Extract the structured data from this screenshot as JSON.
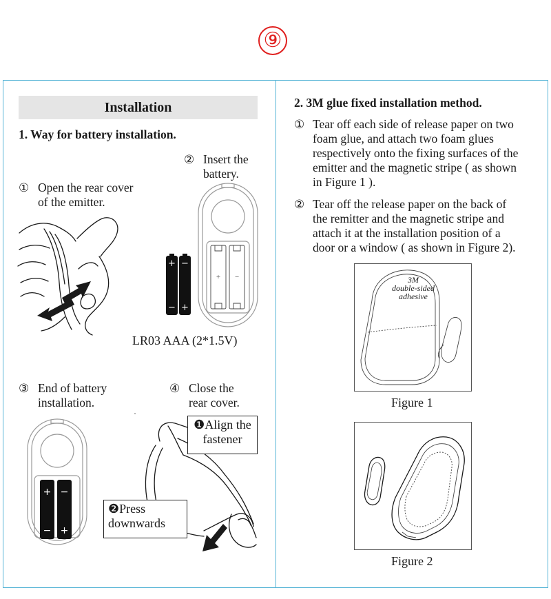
{
  "page_number": "⑨",
  "left": {
    "title": "Installation",
    "section_heading": "1. Way for battery installation.",
    "steps": [
      {
        "marker": "①",
        "text": "Open the rear cover\nof the emitter."
      },
      {
        "marker": "②",
        "text": "Insert the\nbattery."
      },
      {
        "marker": "③",
        "text": "End of battery\ninstallation."
      },
      {
        "marker": "④",
        "text": "Close the\nrear cover."
      }
    ],
    "battery_spec": "LR03 AAA (2*1.5V)",
    "callouts": {
      "align": "❶Align the\nfastener",
      "press": "❷Press\ndownwards"
    }
  },
  "right": {
    "section_heading": "2. 3M glue fixed installation method.",
    "steps": [
      {
        "marker": "①",
        "text": "Tear off each side of release paper on two\nfoam glue, and attach two foam glues\nrespectively onto the fixing surfaces of the\nemitter and the magnetic stripe ( as shown\nin Figure 1 )."
      },
      {
        "marker": "②",
        "text": "Tear off the release paper on the back of\nthe remitter and the magnetic stripe and\nattach it at the installation position of a\ndoor or a window ( as shown in Figure 2)."
      }
    ],
    "figure1": {
      "label": "3M\ndouble-sided\nadhesive",
      "caption": "Figure 1"
    },
    "figure2": {
      "caption": "Figure 2"
    }
  },
  "colors": {
    "page_number": "#e0201f",
    "frame": "#56b4d6",
    "title_bar": "#e5e5e5"
  },
  "icons": [
    "hand-opening-cover",
    "battery-aaa",
    "emitter-device",
    "arrow"
  ]
}
